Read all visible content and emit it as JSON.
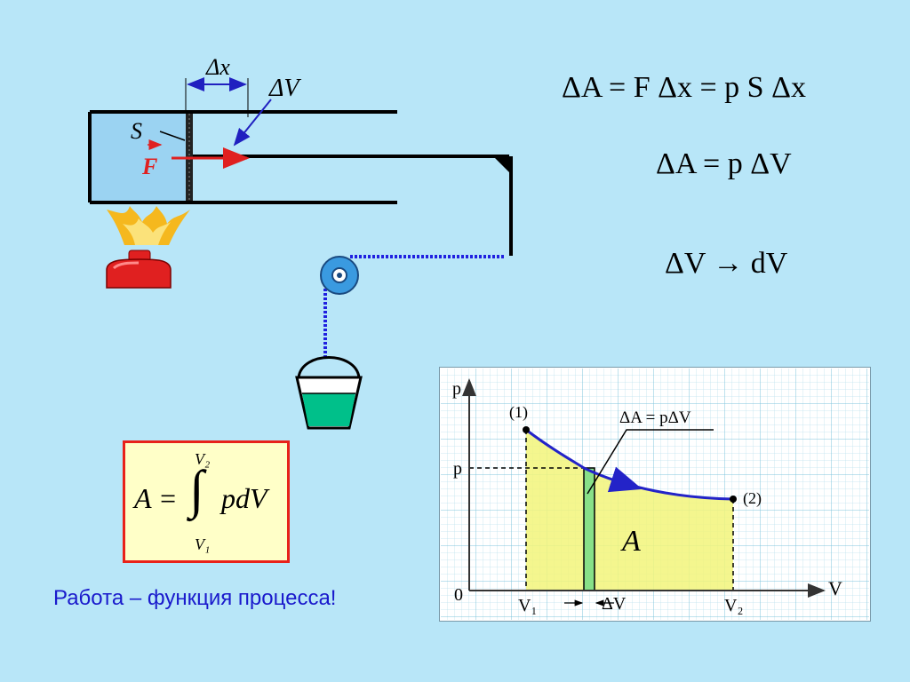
{
  "formulas": {
    "work_force": "ΔA = F Δx = p S Δx",
    "work_volume": "ΔA = p ΔV",
    "limit": "ΔV → dV",
    "integral_lhs": "A =",
    "integral_upper": "V₂",
    "integral_lower": "V₁",
    "integral_rhs": "pdV"
  },
  "diagram_labels": {
    "delta_x": "Δx",
    "delta_v": "ΔV",
    "area": "S",
    "force": "F"
  },
  "caption": "Работа – функция процесса!",
  "colors": {
    "background": "#b8e6f8",
    "gas": "#9bd3f2",
    "flame": "#f5b81e",
    "burner": "#e02020",
    "chain": "#2020e0",
    "pulley": "#3a9ae0",
    "water": "#00c08a",
    "curve": "#2323c8",
    "fill_area": "#f2f57a",
    "strip": "#88e088",
    "box_border": "#e8221a",
    "caption": "#1a1acc"
  },
  "chart_data": {
    "type": "line",
    "xlabel": "V",
    "ylabel": "p",
    "x_ticks": [
      "0",
      "V₁",
      "V₂"
    ],
    "y_ticks": [
      "p"
    ],
    "points": [
      {
        "label": "(1)",
        "x": "V₁"
      },
      {
        "label": "(2)",
        "x": "V₂"
      }
    ],
    "strip_label": "ΔV",
    "strip_annotation": "ΔA = pΔV",
    "area_label": "A",
    "grid": true
  }
}
